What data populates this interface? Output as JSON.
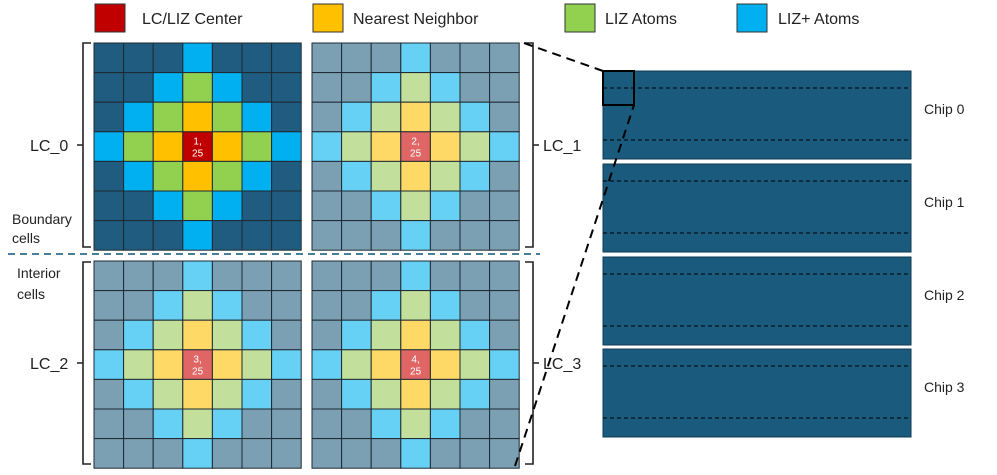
{
  "legend": [
    {
      "label": "LC/LIZ Center",
      "color": "#c00000"
    },
    {
      "label": "Nearest Neighbor",
      "color": "#ffc000"
    },
    {
      "label": "LIZ Atoms",
      "color": "#92d050"
    },
    {
      "label": "LIZ+ Atoms",
      "color": "#00b0f0"
    }
  ],
  "palettes": {
    "boundary": {
      "outer": "#1f5c7f",
      "liz_plus": "#00b0f0",
      "liz": "#92d050",
      "nearest": "#ffc000",
      "center": "#c00000"
    },
    "interior": {
      "outer": "#7ba0b4",
      "liz_plus": "#66d0f5",
      "liz": "#c2e09b",
      "nearest": "#ffd966",
      "center": "#e06666"
    }
  },
  "lc_grids": [
    {
      "label": "LC_0",
      "palette": "boundary",
      "center_line1": "1,",
      "center_line2": "25"
    },
    {
      "label": "LC_1",
      "palette": "interior",
      "center_line1": "2,",
      "center_line2": "25"
    },
    {
      "label": "LC_2",
      "palette": "interior",
      "center_line1": "3,",
      "center_line2": "25"
    },
    {
      "label": "LC_3",
      "palette": "interior",
      "center_line1": "4,",
      "center_line2": "25"
    }
  ],
  "region_labels": {
    "boundary_line1": "Boundary",
    "boundary_line2": "cells",
    "interior_line1": "Interior",
    "interior_line2": "cells"
  },
  "chips": [
    {
      "label": "Chip 0"
    },
    {
      "label": "Chip 1"
    },
    {
      "label": "Chip 2"
    },
    {
      "label": "Chip 3"
    }
  ],
  "chip_color": "#1a5a7d"
}
